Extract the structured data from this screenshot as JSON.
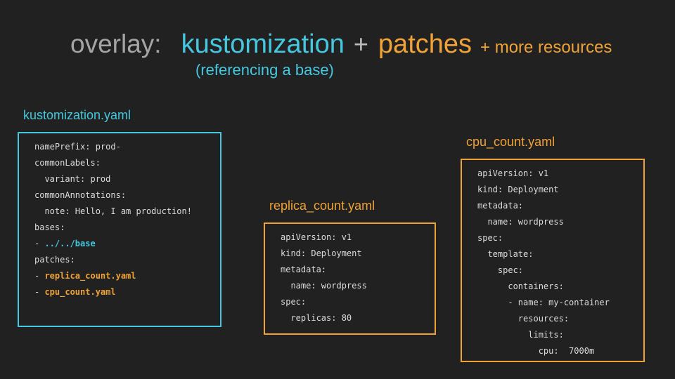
{
  "slide": {
    "title": {
      "overlay": "overlay:",
      "kustomization": "kustomization",
      "plus": "+",
      "patches": "patches",
      "more_resources": "+ more resources",
      "subtitle": "(referencing a base)"
    },
    "colors": {
      "background": "#212121",
      "cyan_accent": "#45C8DF",
      "orange_accent": "#F0A236",
      "title_gray": "#A5A5A5",
      "code_text": "#DCDCDC"
    },
    "panels": [
      {
        "label": "kustomization.yaml",
        "accent": "cyan",
        "lines": [
          {
            "text": "namePrefix: prod-"
          },
          {
            "text": "commonLabels:"
          },
          {
            "text": "  variant: prod"
          },
          {
            "text": "commonAnnotations:"
          },
          {
            "text": "  note: Hello, I am production!"
          },
          {
            "text": "bases:"
          },
          {
            "prefix": "- ",
            "text": "../../base",
            "highlight": "cyan"
          },
          {
            "text": "patches:"
          },
          {
            "prefix": "- ",
            "text": "replica_count.yaml",
            "highlight": "orange"
          },
          {
            "prefix": "- ",
            "text": "cpu_count.yaml",
            "highlight": "orange"
          }
        ]
      },
      {
        "label": "replica_count.yaml",
        "accent": "orange",
        "lines": [
          {
            "text": "apiVersion: v1"
          },
          {
            "text": "kind: Deployment"
          },
          {
            "text": "metadata:"
          },
          {
            "text": "  name: wordpress"
          },
          {
            "text": "spec:"
          },
          {
            "text": "  replicas: 80"
          }
        ]
      },
      {
        "label": "cpu_count.yaml",
        "accent": "orange",
        "lines": [
          {
            "text": "apiVersion: v1"
          },
          {
            "text": "kind: Deployment"
          },
          {
            "text": "metadata:"
          },
          {
            "text": "  name: wordpress"
          },
          {
            "text": "spec:"
          },
          {
            "text": "  template:"
          },
          {
            "text": "    spec:"
          },
          {
            "text": "      containers:"
          },
          {
            "text": "      - name: my-container"
          },
          {
            "text": "        resources:"
          },
          {
            "text": "          limits:"
          },
          {
            "text": "            cpu:  7000m"
          }
        ]
      }
    ]
  }
}
